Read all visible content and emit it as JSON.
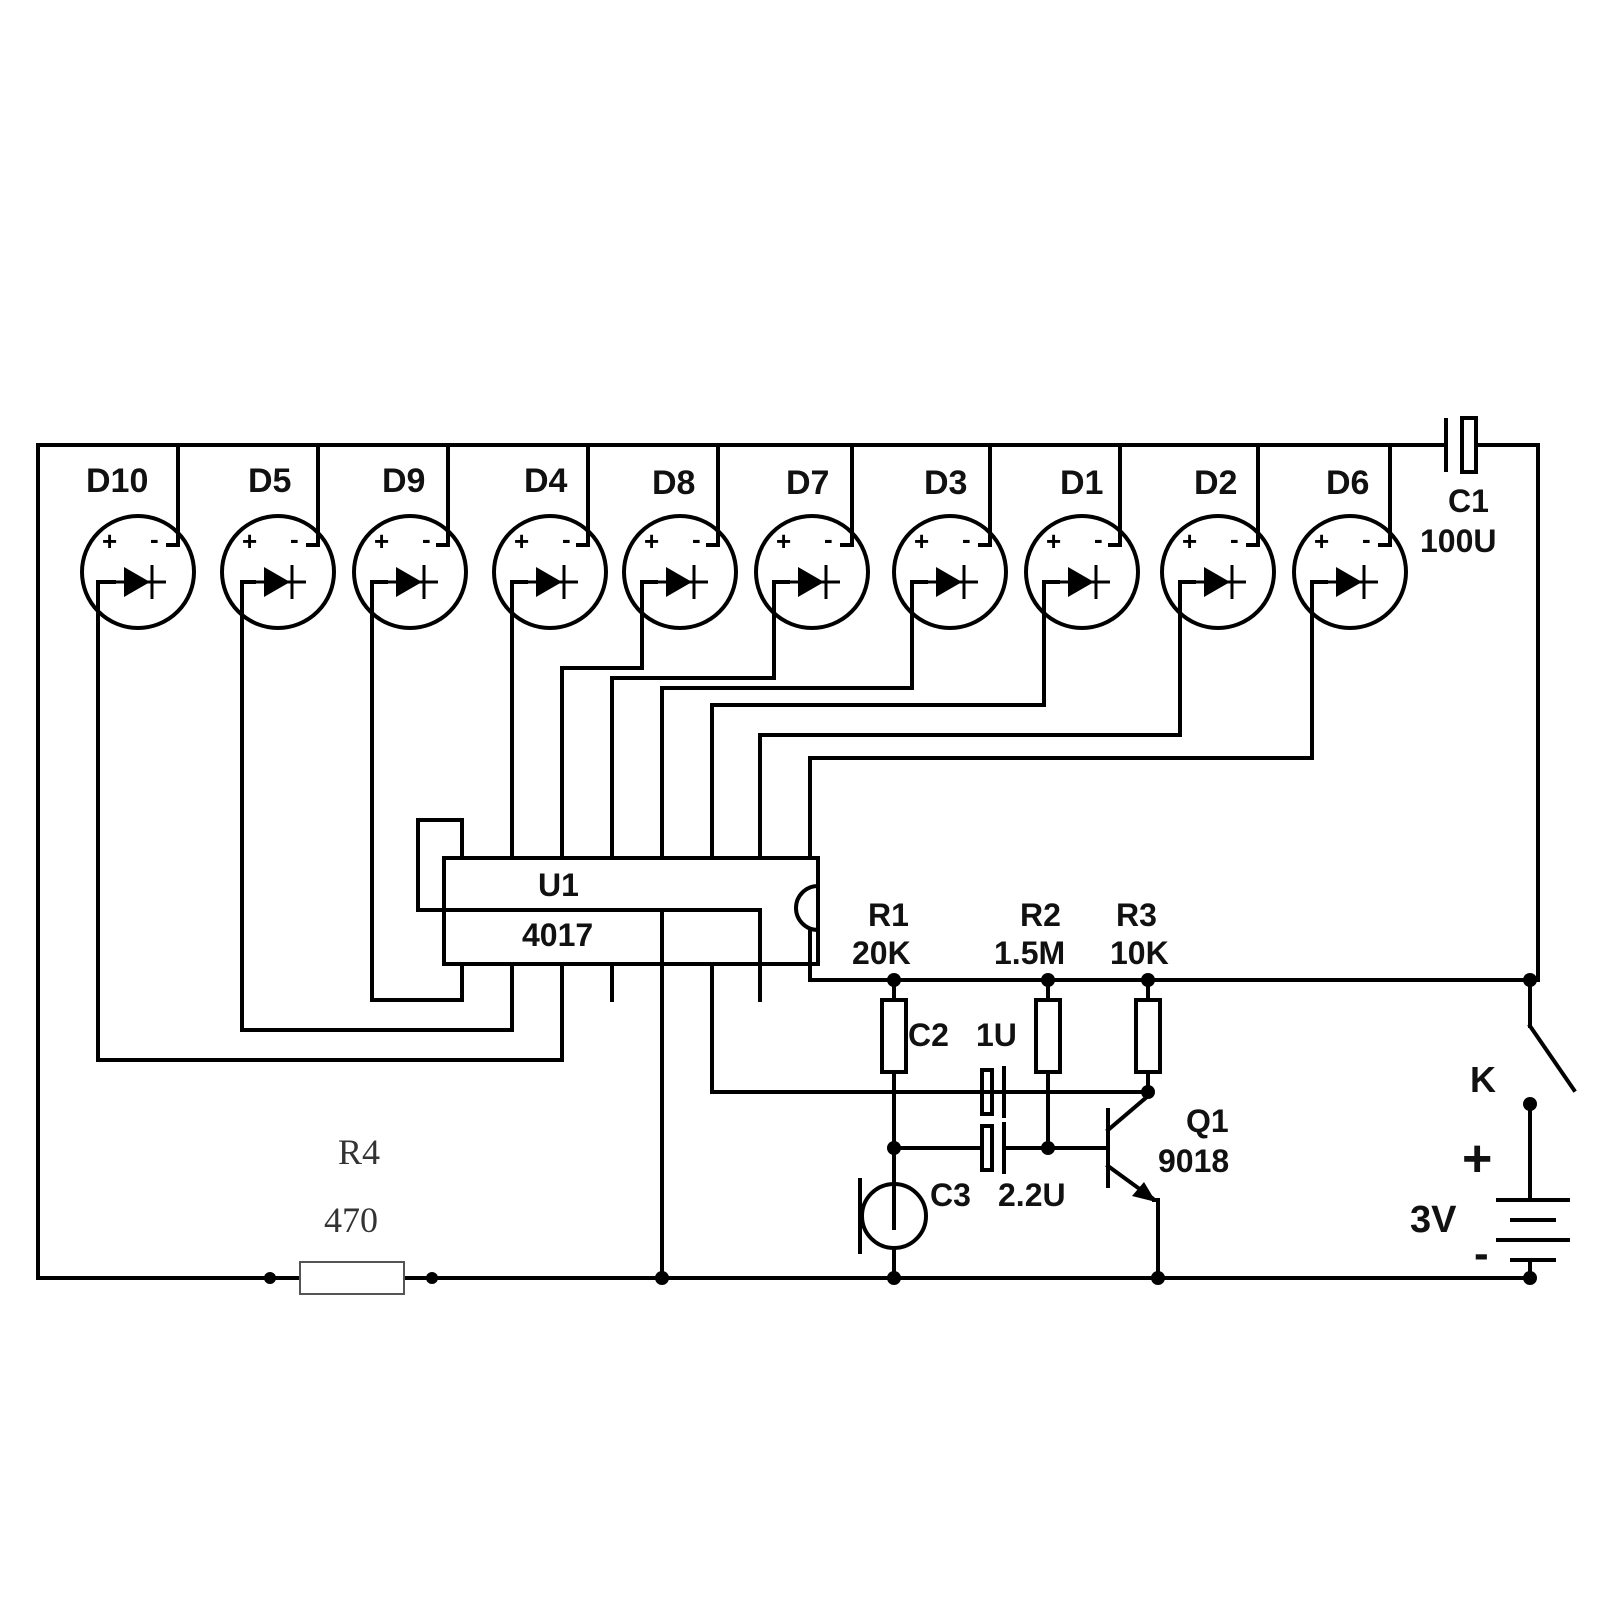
{
  "leds": [
    {
      "ref": "D10",
      "plus": "+",
      "minus": "-"
    },
    {
      "ref": "D5",
      "plus": "+",
      "minus": "-"
    },
    {
      "ref": "D9",
      "plus": "+",
      "minus": "-"
    },
    {
      "ref": "D4",
      "plus": "+",
      "minus": "-"
    },
    {
      "ref": "D8",
      "plus": "+",
      "minus": "-"
    },
    {
      "ref": "D7",
      "plus": "+",
      "minus": "-"
    },
    {
      "ref": "D3",
      "plus": "+",
      "minus": "-"
    },
    {
      "ref": "D1",
      "plus": "+",
      "minus": "-"
    },
    {
      "ref": "D2",
      "plus": "+",
      "minus": "-"
    },
    {
      "ref": "D6",
      "plus": "+",
      "minus": "-"
    }
  ],
  "c1": {
    "ref": "C1",
    "value": "100U"
  },
  "u1": {
    "ref": "U1",
    "value": "4017"
  },
  "r1": {
    "ref": "R1",
    "value": "20K"
  },
  "r2": {
    "ref": "R2",
    "value": "1.5M"
  },
  "r3": {
    "ref": "R3",
    "value": "10K"
  },
  "c2": {
    "ref": "C2",
    "value": "1U"
  },
  "c3": {
    "ref": "C3",
    "value": "2.2U"
  },
  "q1": {
    "ref": "Q1",
    "value": "9018"
  },
  "r4": {
    "ref": "R4",
    "value": "470"
  },
  "switch": {
    "ref": "K"
  },
  "battery": {
    "plus": "+",
    "label": "3V",
    "minus": "-"
  }
}
